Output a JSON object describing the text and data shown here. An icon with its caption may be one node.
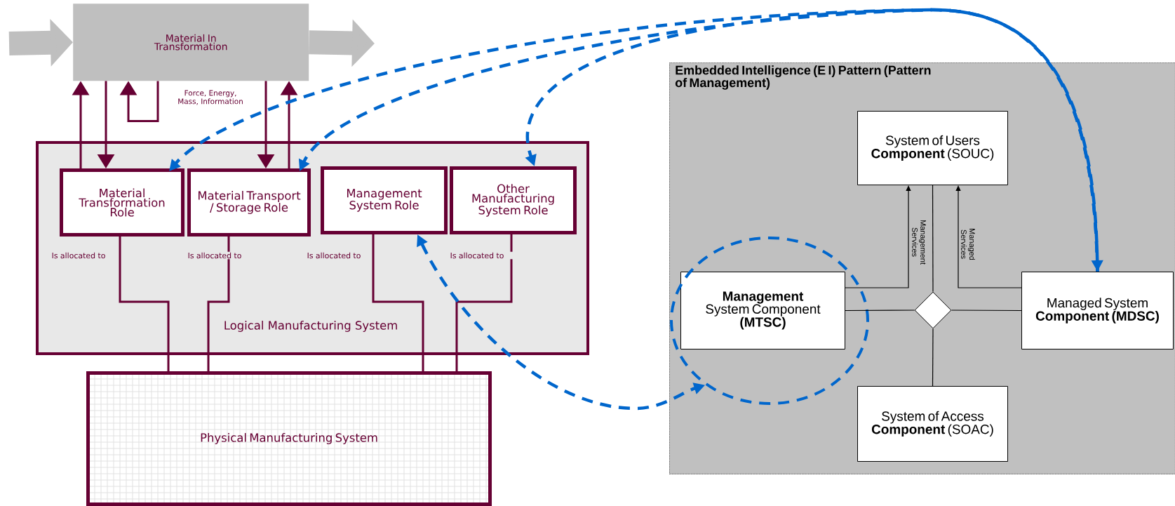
{
  "diagram": {
    "nodes": [
      {
        "text": [
          "Material In Transformation"
        ]
      },
      {
        "text": [
          "Logical Manufacturing System"
        ]
      },
      {
        "text": [
          "Material Transformation Role"
        ],
        "in": 1
      },
      {
        "text": [
          "Material Transport / Storage Role"
        ],
        "in": 1
      },
      {
        "text": [
          "Management System Role"
        ],
        "in": 1
      },
      {
        "text": [
          "Other Manufacturing System Role"
        ],
        "in": 1
      },
      {
        "text": [
          "Physical Manufacturing System"
        ]
      },
      {
        "text": [
          "Embedded Intelligence (E I) Pattern (Pattern of Management)"
        ]
      },
      {
        "text": [
          "System of Users **Component** (SOUC)"
        ],
        "in": 7
      },
      {
        "text": [
          "**Management** System Component **(MTSC)**"
        ],
        "in": 13
      },
      {
        "text": [],
        "shape": "diamond",
        "in": 7
      },
      {
        "text": [
          "Managed System **Component** **(MDSC)**"
        ],
        "in": 7
      },
      {
        "text": [
          "System of Access **Component** (SOAC)"
        ],
        "in": 7
      },
      {
        "text": [],
        "shape": "ellipse",
        "in": 7
      }
    ],
    "edges": [
      {
        "from": null,
        "to": 0,
        "arrow": "to",
        "style": "thick",
        "color": "#bfbfbf"
      },
      {
        "from": 0,
        "to": null,
        "arrow": "to",
        "style": "thick",
        "color": "#bfbfbf"
      },
      {
        "from": 2,
        "to": 0,
        "arrow": "to"
      },
      {
        "from": 0,
        "to": 2,
        "arrow": "to"
      },
      {
        "from": 0,
        "to": 0,
        "arrow": "to",
        "label": "Force, Energy, Mass, Information"
      },
      {
        "from": 0,
        "to": 3,
        "arrow": "to"
      },
      {
        "from": 3,
        "to": 0,
        "arrow": "to"
      },
      {
        "from": 2,
        "to": 6,
        "arrow": "none",
        "label": "Is allocated to"
      },
      {
        "from": 3,
        "to": 6,
        "arrow": "none",
        "label": "Is allocated to"
      },
      {
        "from": 4,
        "to": 6,
        "arrow": "none",
        "label": "Is allocated to"
      },
      {
        "from": 5,
        "to": 6,
        "arrow": "none",
        "label": "Is allocated to"
      },
      {
        "from": 8,
        "to": 10,
        "arrow": "none",
        "color": "#000000"
      },
      {
        "from": 9,
        "to": 10,
        "arrow": "none",
        "color": "#000000"
      },
      {
        "from": 10,
        "to": 11,
        "arrow": "none",
        "color": "#000000"
      },
      {
        "from": 10,
        "to": 12,
        "arrow": "none",
        "color": "#000000"
      },
      {
        "from": 9,
        "to": 8,
        "arrow": "to",
        "label": "Management Services",
        "color": "#000000"
      },
      {
        "from": 11,
        "to": 8,
        "arrow": "to",
        "label": "Managed Services",
        "color": "#000000"
      },
      {
        "from": 11,
        "to": 2,
        "arrow": "both",
        "style": "dashed",
        "color": "#0066cc"
      },
      {
        "from": 11,
        "to": 3,
        "arrow": "to",
        "style": "dashed",
        "color": "#0066cc"
      },
      {
        "from": 11,
        "to": 5,
        "arrow": "to",
        "style": "dashed",
        "color": "#0066cc"
      },
      {
        "from": 4,
        "to": 13,
        "arrow": "both",
        "style": "dashed",
        "color": "#0066cc"
      }
    ]
  }
}
